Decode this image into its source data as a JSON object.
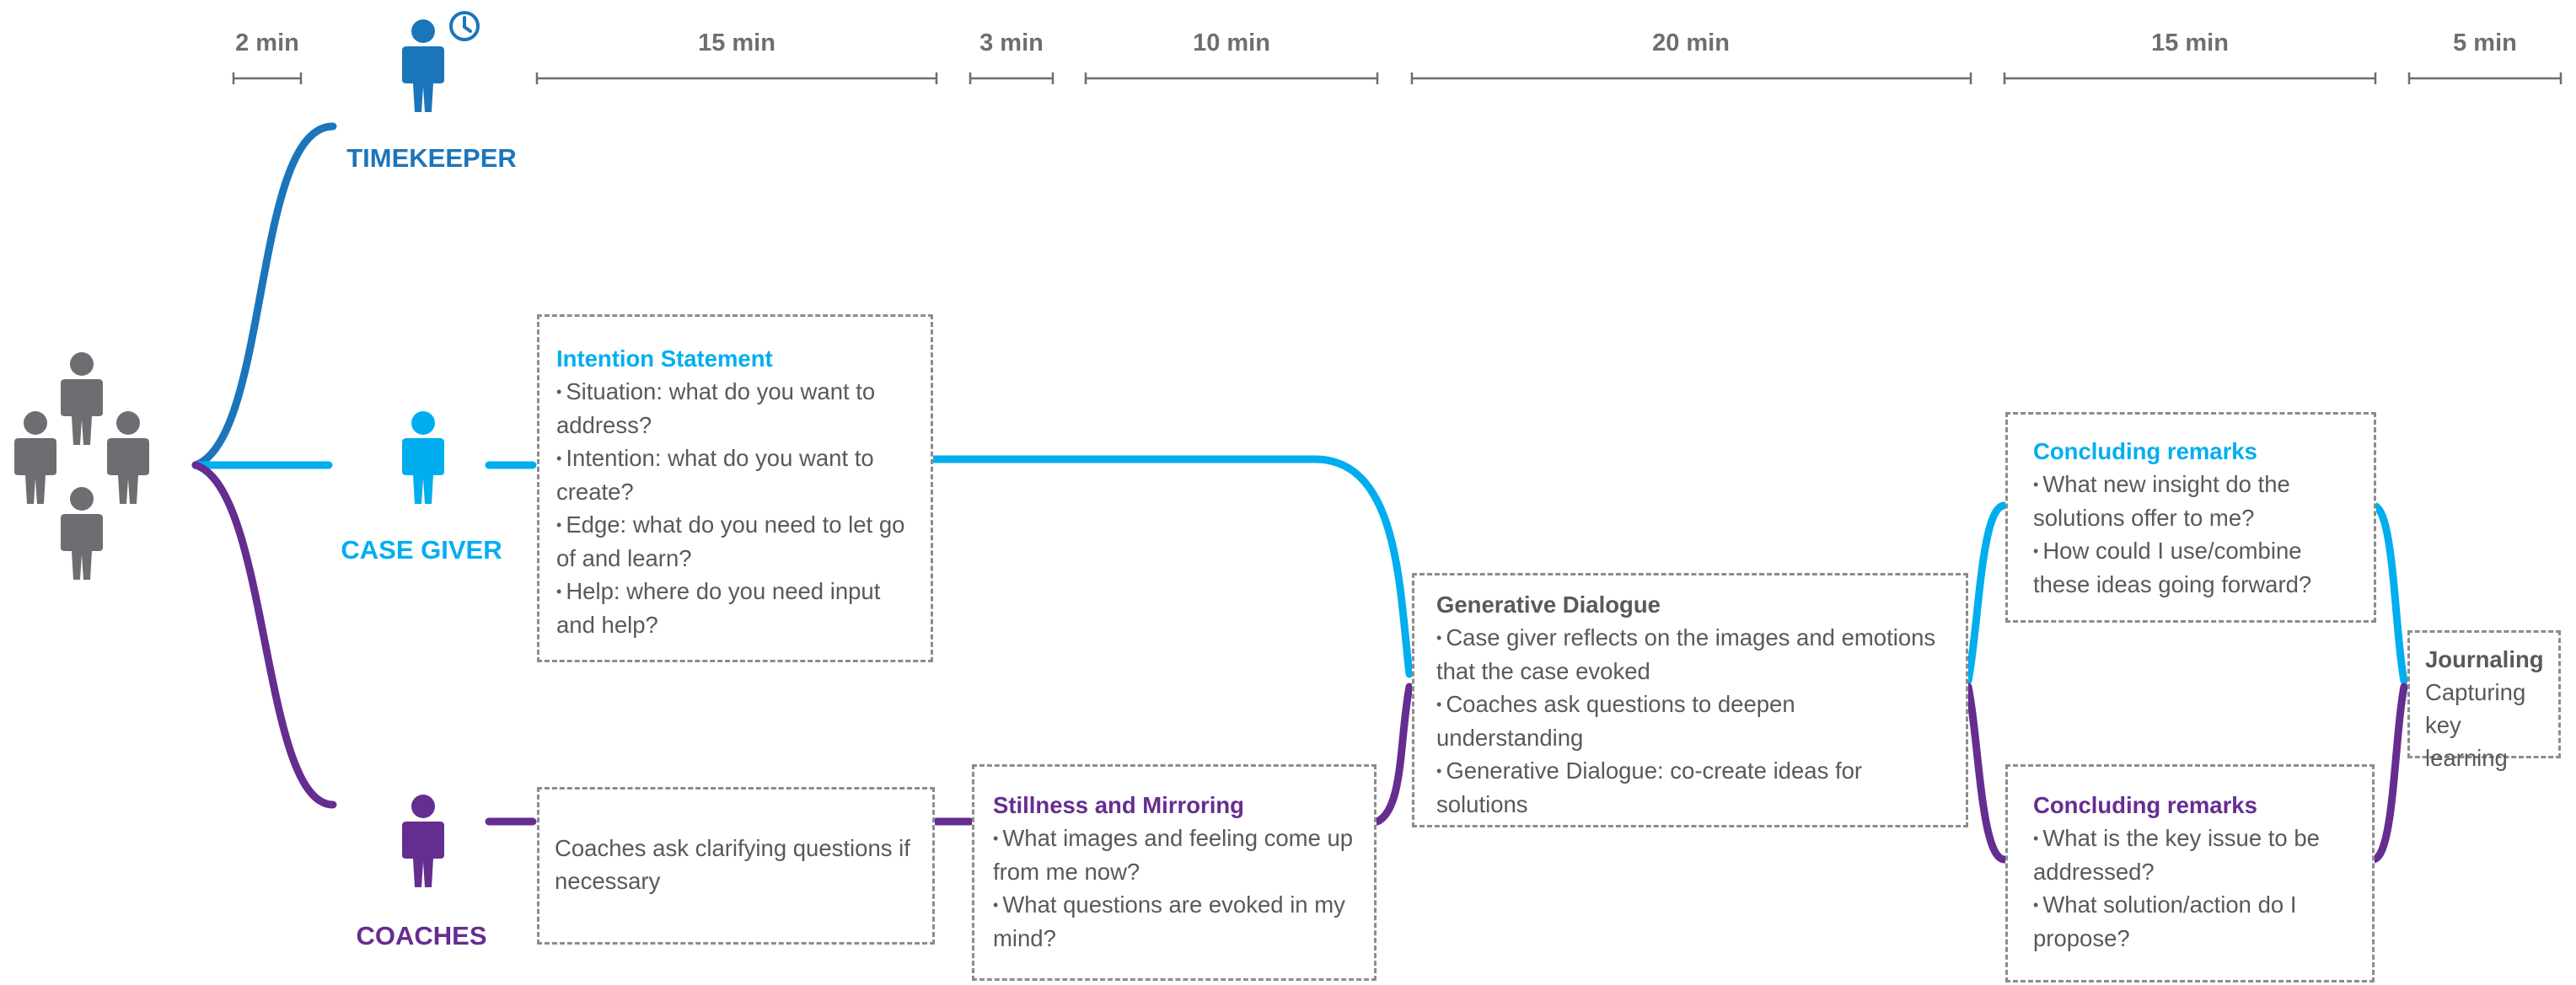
{
  "colors": {
    "cyan": "#00aeef",
    "blue": "#1b75bb",
    "purple": "#662d91",
    "gray": "#6d6e71",
    "border": "#8c8c8c"
  },
  "timeline": [
    "2 min",
    "15 min",
    "3 min",
    "10 min",
    "20 min",
    "15 min",
    "5 min"
  ],
  "roles": {
    "timekeeper": "TIMEKEEPER",
    "case_giver": "CASE GIVER",
    "coaches": "COACHES"
  },
  "icons": {
    "group": "group-icon",
    "person": "person-icon",
    "clock": "clock-icon"
  },
  "boxes": {
    "intention": {
      "title": "Intention Statement",
      "items": [
        "Situation: what do you want to address?",
        "Intention: what do you want to create?",
        "Edge: what do you need to let go of and learn?",
        "Help: where do you need input and help?"
      ]
    },
    "coaches_clarify": {
      "text": "Coaches ask clarifying questions if necessary"
    },
    "stillness": {
      "title": "Stillness and Mirroring",
      "items": [
        "What images and feeling come up from me now?",
        "What questions are evoked in my mind?"
      ]
    },
    "generative": {
      "title": "Generative Dialogue",
      "items": [
        "Case giver reflects on the images and emotions that the case evoked",
        "Coaches ask questions to deepen understanding",
        "Generative Dialogue: co-create ideas for solutions"
      ]
    },
    "concluding_case": {
      "title": "Concluding remarks",
      "items": [
        "What new insight do the solutions offer to me?",
        "How could I use/combine these ideas going forward?"
      ]
    },
    "concluding_coaches": {
      "title": "Concluding remarks",
      "items": [
        "What is the key issue to be addressed?",
        "What solution/action do I propose?"
      ]
    },
    "journaling": {
      "title": "Journaling",
      "text": "Capturing key learning"
    }
  }
}
